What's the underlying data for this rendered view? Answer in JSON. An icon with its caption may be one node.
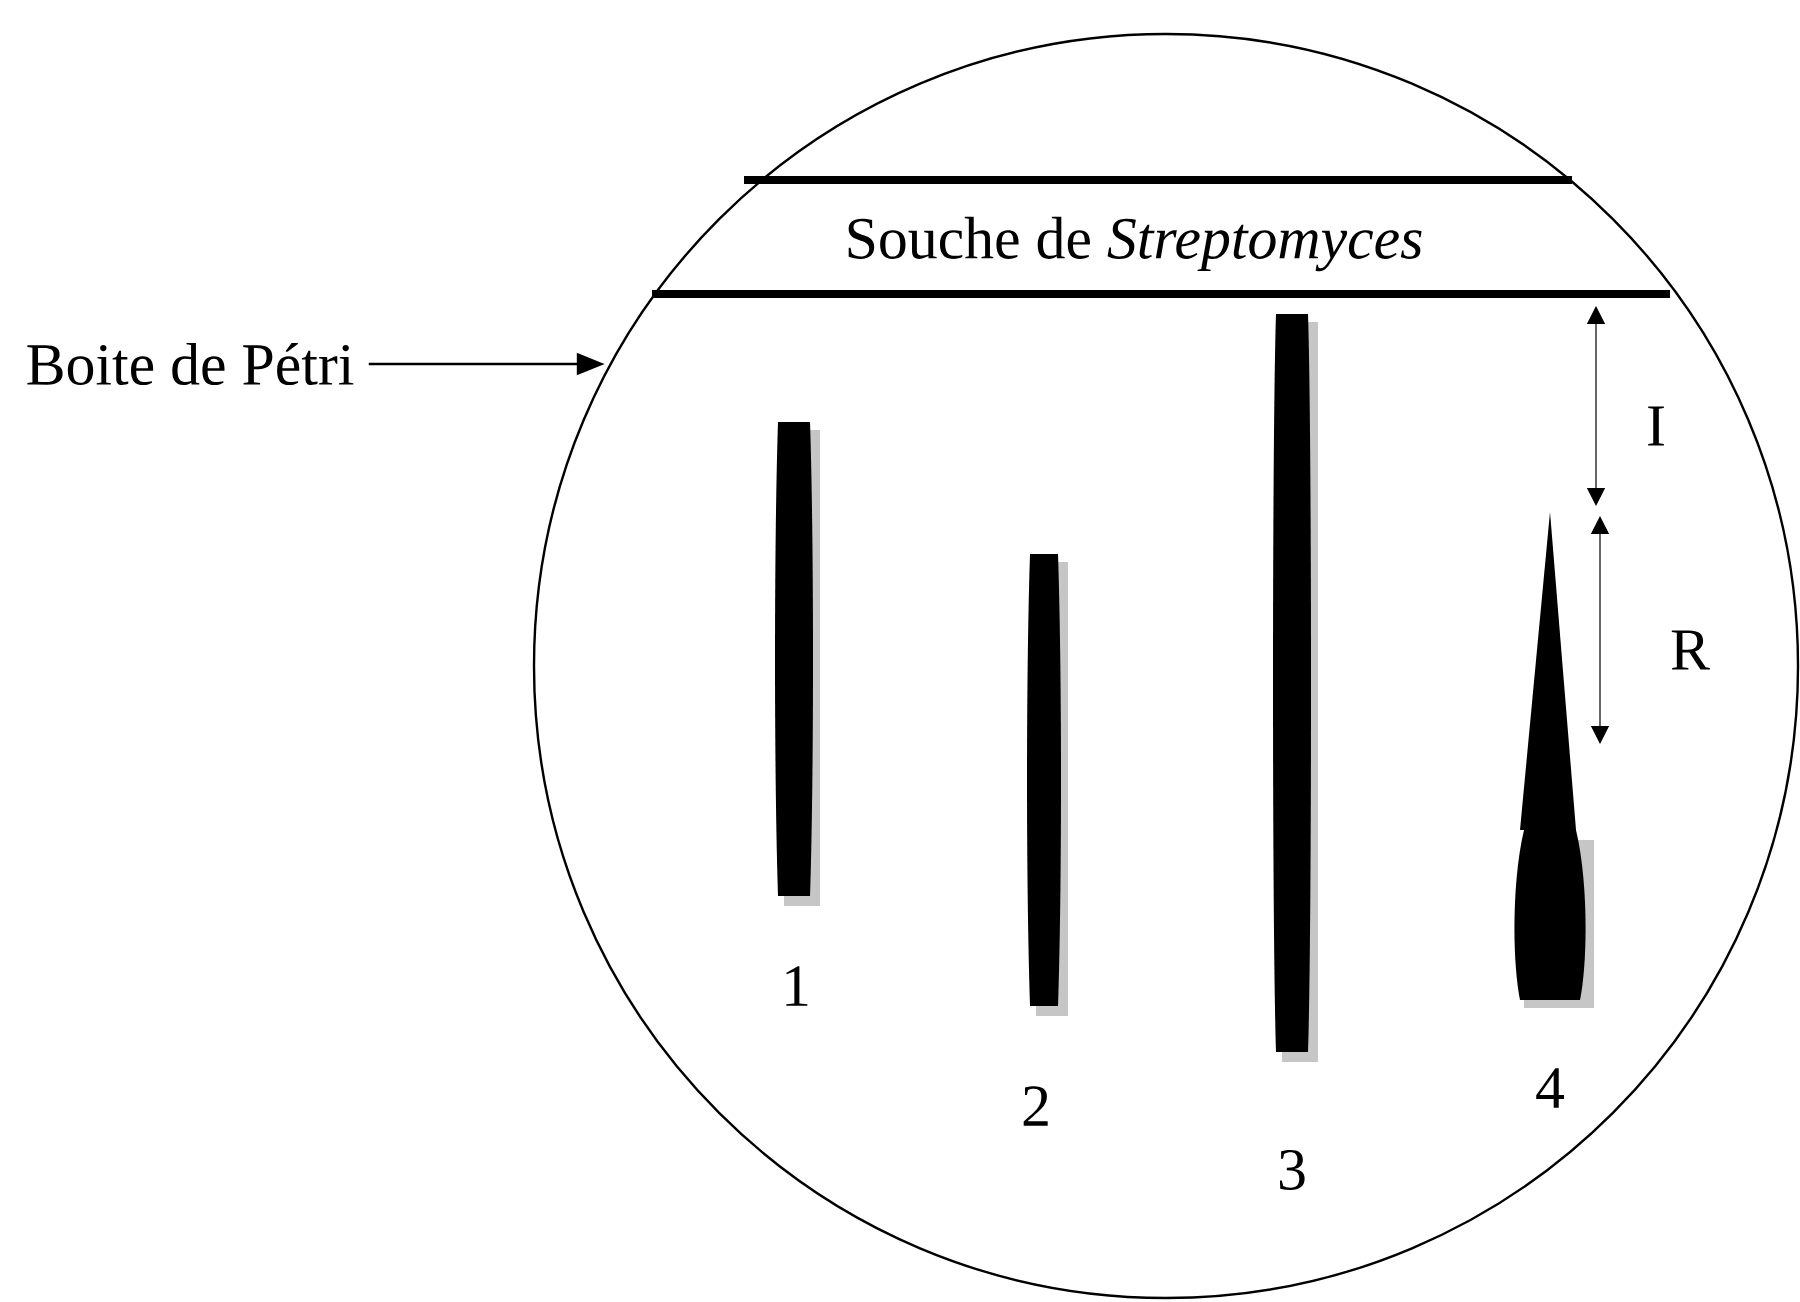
{
  "diagram": {
    "nodes": [
      {
        "text": [
          "Boite de Pétri"
        ]
      },
      {
        "text": [],
        "shape": "circle"
      }
    ],
    "edges": [
      {
        "from": 0,
        "to": 1,
        "arrow": "to"
      }
    ],
    "labels": [
      "Souche de *Streptomyces*",
      "I",
      "R",
      "1",
      "2",
      "3",
      "4"
    ]
  }
}
